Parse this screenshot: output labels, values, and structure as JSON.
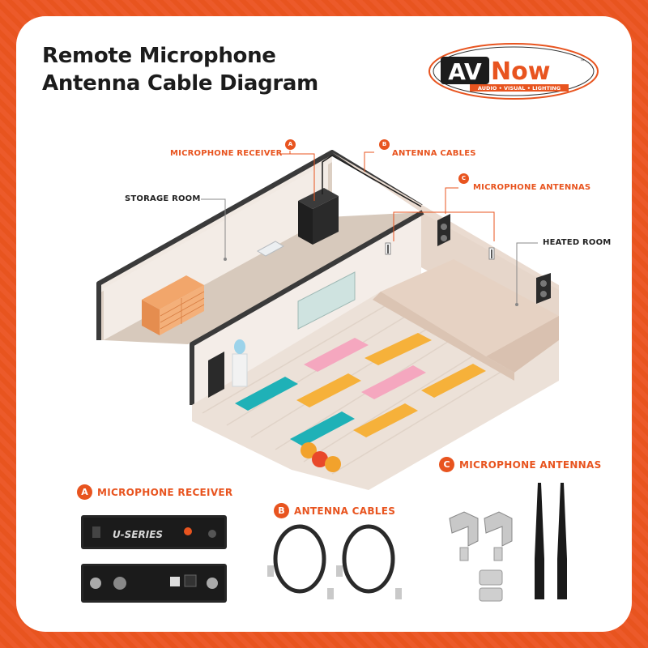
{
  "title": {
    "line1": "Remote Microphone",
    "line2": "Antenna Cable Diagram"
  },
  "logo": {
    "brand_prefix": "AV",
    "brand_suffix": "Now",
    "tagline": "AUDIO • VISUAL • LIGHTING",
    "mark": "™"
  },
  "colors": {
    "accent": "#e8541f",
    "background": "#ffffff",
    "frame": "#ec5a2a",
    "text": "#1c1c1c"
  },
  "callouts": {
    "microphone_receiver": {
      "badge": "A",
      "label": "MICROPHONE RECEIVER"
    },
    "antenna_cables": {
      "badge": "B",
      "label": "ANTENNA CABLES"
    },
    "microphone_antennas": {
      "badge": "C",
      "label": "MICROPHONE ANTENNAS"
    },
    "storage_room": {
      "label": "STORAGE ROOM"
    },
    "heated_room": {
      "label": "HEATED ROOM"
    }
  },
  "sections": {
    "receiver": {
      "badge": "A",
      "label": "MICROPHONE RECEIVER"
    },
    "cables": {
      "badge": "B",
      "label": "ANTENNA CABLES"
    },
    "antennas": {
      "badge": "C",
      "label": "MICROPHONE ANTENNAS"
    }
  },
  "receiver_panel": {
    "front_brand": "U-SERIES"
  }
}
